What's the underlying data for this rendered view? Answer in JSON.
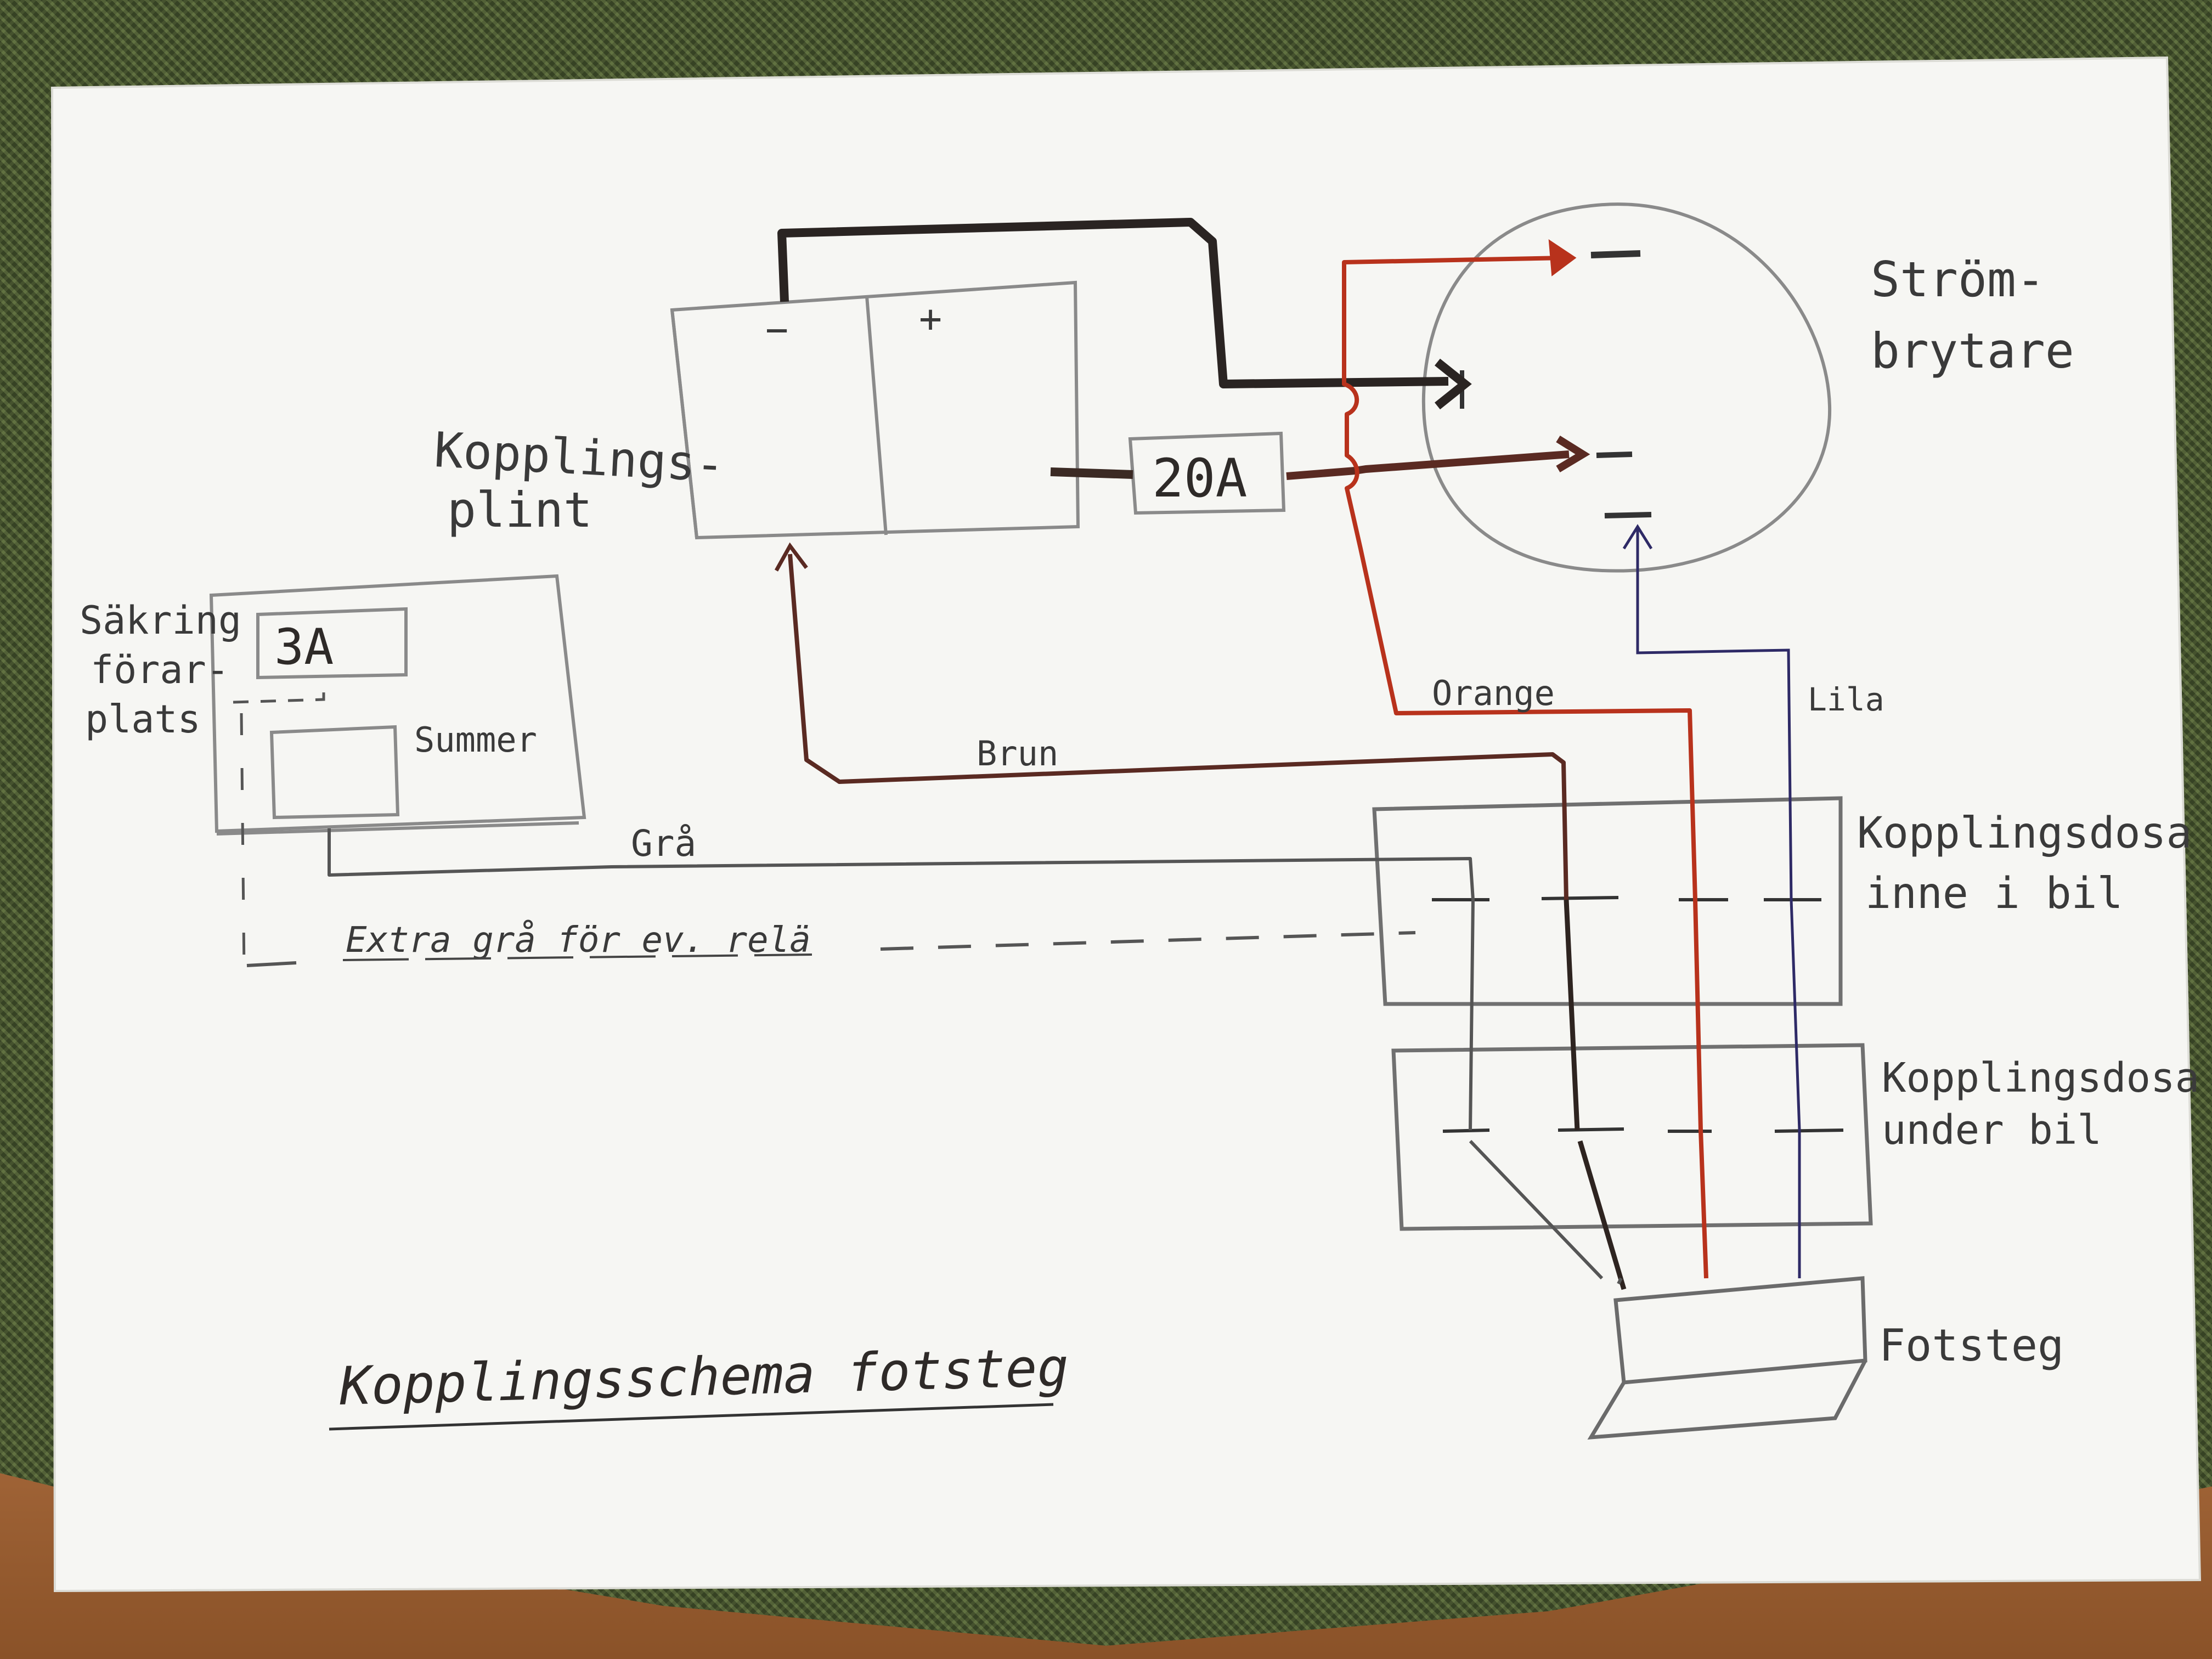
{
  "diagram": {
    "title": "Kopplingsschema fotsteg",
    "blocks": {
      "terminal_block": {
        "label_line1": "Kopplings-",
        "label_line2": "plint",
        "minus": "−",
        "plus": "+"
      },
      "fuse_20a": {
        "label": "20A"
      },
      "switch": {
        "label_line1": "Ström-",
        "label_line2": "brytare",
        "terminal_top": "−",
        "terminal_mid": "−"
      },
      "fuse_box_driver": {
        "label_line1": "Säkring",
        "label_line2": "förar-",
        "label_line3": "plats",
        "fuse": "3A",
        "buzzer": "Summer"
      },
      "junction_box_inside": {
        "label_line1": "Kopplingsdosa",
        "label_line2": "inne i bil"
      },
      "junction_box_under": {
        "label_line1": "Kopplingsdosa",
        "label_line2": "under bil"
      },
      "footstep": {
        "label": "Fotsteg"
      }
    },
    "wires": {
      "grey": "Grå",
      "grey_extra": "Extra grå för ev. relä",
      "brown": "Brun",
      "orange": "Orange",
      "purple": "Lila"
    },
    "colors": {
      "paper": "#f6f6f3",
      "pencil": "#6d6d6d",
      "black_wire": "#2a2422",
      "brown_wire": "#5a2a22",
      "orange_wire": "#b8321c",
      "purple_wire": "#2e2a66",
      "mat": "#4a5633"
    }
  }
}
